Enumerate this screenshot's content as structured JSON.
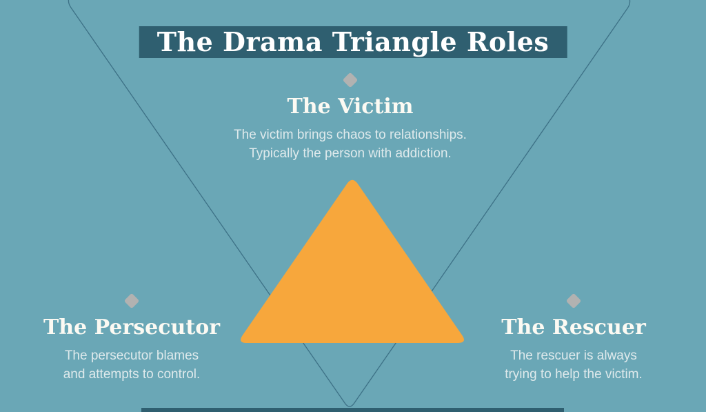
{
  "title": "The Drama Triangle Roles",
  "roles": [
    {
      "id": "victim",
      "title": "The Victim",
      "desc_line1": "The victim brings chaos to relationships.",
      "desc_line2": "Typically the person with addiction."
    },
    {
      "id": "persecutor",
      "title": "The Persecutor",
      "desc_line1": "The persecutor blames",
      "desc_line2": "and attempts to control."
    },
    {
      "id": "rescuer",
      "title": "The Rescuer",
      "desc_line1": "The rescuer is always",
      "desc_line2": "trying to help the victim."
    }
  ],
  "colors": {
    "background": "#6AA7B6",
    "banner": "#2F5F70",
    "triangle": "#F7A73C",
    "outline": "#3D7186",
    "marker": "#B2B2B1",
    "heading_text": "#FCFAF3",
    "body_text": "#DFEAEC"
  }
}
